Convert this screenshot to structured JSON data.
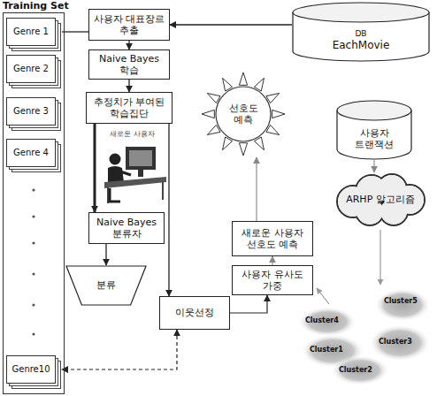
{
  "diagram": {
    "nodes": [
      {
        "text": [
          "Training Set"
        ]
      },
      {
        "text": [
          "Genre 1"
        ],
        "in": 0
      },
      {
        "text": [
          "Genre 2"
        ],
        "in": 0
      },
      {
        "text": [
          "Genre 3"
        ],
        "in": 0
      },
      {
        "text": [
          "Genre 4"
        ],
        "in": 0
      },
      {
        "text": [
          "Genre10"
        ],
        "in": 0
      },
      {
        "text": [
          "사용자 대표장르 추출"
        ]
      },
      {
        "text": [
          "DB",
          "EachMovie"
        ]
      },
      {
        "text": [
          "Naive Bayes 학습"
        ]
      },
      {
        "text": [
          "선호도 예측"
        ]
      },
      {
        "text": [
          "추정치가 부여된 학습집단"
        ]
      },
      {
        "text": [
          "사용자 트랜잭션"
        ]
      },
      {
        "text": [
          "ARHP 알고리즘"
        ]
      },
      {
        "text": [
          "Naive Bayes 분류자"
        ]
      },
      {
        "text": [
          "새로운 사용자 선호도 예측"
        ]
      },
      {
        "text": [
          "사용자 유사도 가중"
        ]
      },
      {
        "text": [
          "분류"
        ]
      },
      {
        "text": [
          "이웃선정"
        ]
      }
    ],
    "edges": [
      {
        "from": 7,
        "to": 6,
        "arrow": "to"
      },
      {
        "from": 6,
        "to": 1,
        "arrow": "none"
      },
      {
        "from": 6,
        "to": 8,
        "arrow": "to"
      },
      {
        "from": 8,
        "to": 10,
        "arrow": "to"
      },
      {
        "from": 10,
        "to": 13,
        "arrow": "to"
      },
      {
        "from": 10,
        "to": 17,
        "arrow": "to"
      },
      {
        "from": 13,
        "to": 16,
        "arrow": "to"
      },
      {
        "from": 17,
        "to": 5,
        "arrow": "both"
      },
      {
        "from": 17,
        "to": 15,
        "arrow": "to"
      },
      {
        "from": 15,
        "to": 14,
        "arrow": "to"
      },
      {
        "from": 14,
        "to": 9,
        "arrow": "to"
      },
      {
        "from": 11,
        "to": 12,
        "arrow": "to"
      }
    ],
    "labels": [
      "새로운 사용자",
      "Cluster5",
      "Cluster4",
      "Cluster1",
      "Cluster3",
      "Cluster2"
    ]
  }
}
